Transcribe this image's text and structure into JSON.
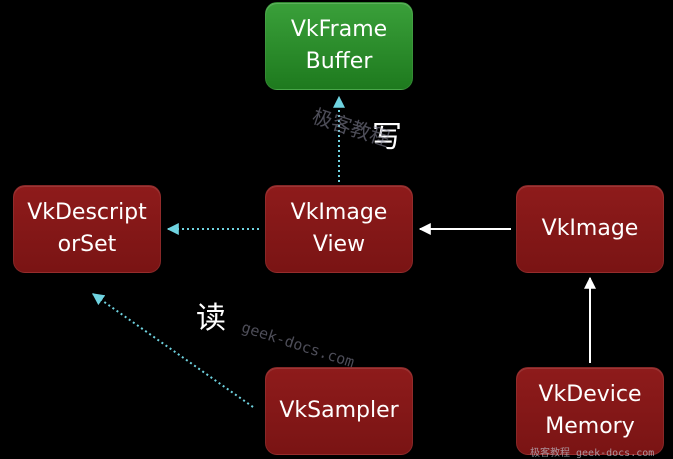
{
  "colors": {
    "node_red": "#7f1717",
    "node_green": "#2a8c2a",
    "arrow_dotted": "#6fd3e0",
    "arrow_solid": "#ffffff"
  },
  "nodes": {
    "framebuffer": "VkFrame\nBuffer",
    "descriptorset": "VkDescript\norSet",
    "imageview": "VkImage\nView",
    "image": "VkImage",
    "sampler": "VkSampler",
    "devicememory": "VkDevice\nMemory"
  },
  "labels": {
    "write": "写",
    "read": "读"
  },
  "watermarks": {
    "center_cn": "极客教程",
    "center_domain": "geek-docs.com",
    "corner": "极客教程 geek-docs.com"
  }
}
